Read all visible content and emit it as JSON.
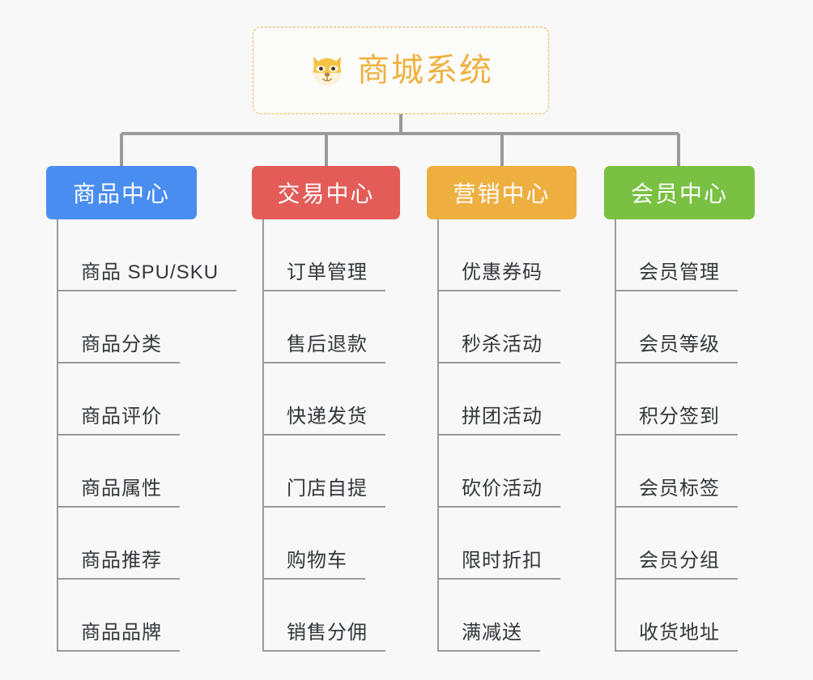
{
  "page": {
    "background_color": "#f8f8f8",
    "text_color": "#33363b",
    "connector_color": "#9a9a9a"
  },
  "root": {
    "title": "商城系统",
    "icon": "shiba-dog-face-emoji",
    "accent_color": "#f0b13f",
    "border_style": "dashed"
  },
  "categories": [
    {
      "label": "商品中心",
      "color": "#4a8df0",
      "items": [
        "商品 SPU/SKU",
        "商品分类",
        "商品评价",
        "商品属性",
        "商品推荐",
        "商品品牌"
      ]
    },
    {
      "label": "交易中心",
      "color": "#e35c58",
      "items": [
        "订单管理",
        "售后退款",
        "快递发货",
        "门店自提",
        "购物车",
        "销售分佣"
      ]
    },
    {
      "label": "营销中心",
      "color": "#eeaf41",
      "items": [
        "优惠券码",
        "秒杀活动",
        "拼团活动",
        "砍价活动",
        "限时折扣",
        "满减送"
      ]
    },
    {
      "label": "会员中心",
      "color": "#7ac143",
      "items": [
        "会员管理",
        "会员等级",
        "积分签到",
        "会员标签",
        "会员分组",
        "收货地址"
      ]
    }
  ]
}
